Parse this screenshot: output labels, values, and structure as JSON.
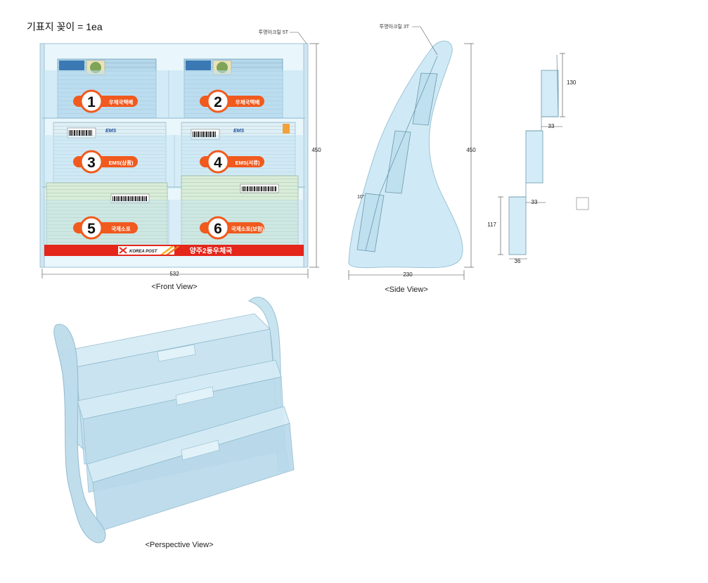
{
  "title": "기표지 꽂이 = 1ea",
  "front_view": {
    "caption": "<Front View>",
    "material_note": "투명아크릴 5T",
    "width_label": "532",
    "height_label": "450",
    "slots": [
      {
        "number": "1",
        "label": "우체국택배"
      },
      {
        "number": "2",
        "label": "우체국택배"
      },
      {
        "number": "3",
        "label": "EMS(상품)"
      },
      {
        "number": "4",
        "label": "EMS(서류)"
      },
      {
        "number": "5",
        "label": "국제소포"
      },
      {
        "number": "6",
        "label": "국제소포(보험)"
      }
    ],
    "footer_brand": "KOREA POST",
    "footer_office": "양주2동우체국",
    "ems_logo": "EMS"
  },
  "side_view": {
    "caption": "<Side View>",
    "material_note": "투명아크릴 3T",
    "height_label": "450",
    "width_label": "230",
    "angle_label": "10°"
  },
  "detail_view": {
    "labels": {
      "top_height": "130",
      "step1": "33",
      "step2": "33",
      "bottom_height": "117",
      "bottom_width": "36"
    }
  },
  "perspective_view": {
    "caption": "<Perspective View>"
  },
  "colors": {
    "acrylic": "#cde8f4",
    "acrylic_edge": "#8fb9cc",
    "orange": "#f05a1e",
    "red_banner": "#e4261b"
  }
}
